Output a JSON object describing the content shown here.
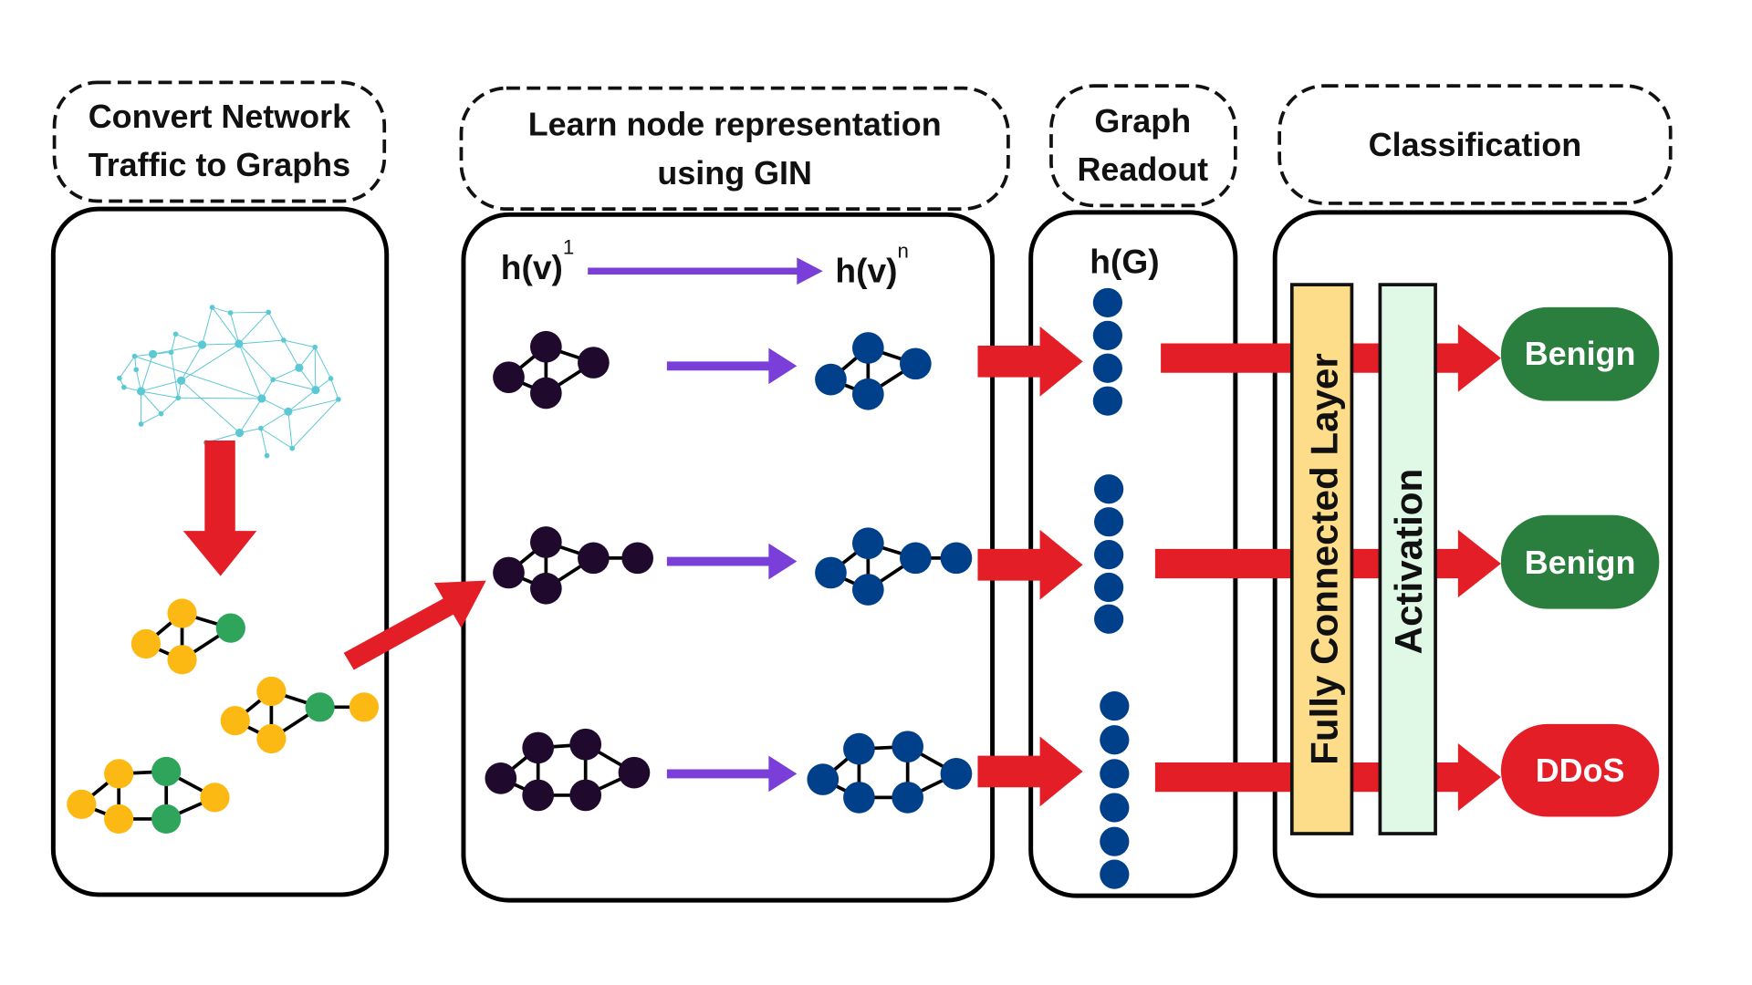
{
  "stages": [
    {
      "title_lines": [
        "Convert Network",
        "Traffic to Graphs"
      ]
    },
    {
      "title_lines": [
        "Learn node representation",
        "using GIN"
      ]
    },
    {
      "title_lines": [
        "Graph",
        "Readout"
      ]
    },
    {
      "title_lines": [
        "Classification"
      ]
    }
  ],
  "gin": {
    "first_layer": {
      "base": "h(v)",
      "sup": "1"
    },
    "last_layer": {
      "base": "h(v)",
      "sup": "n"
    }
  },
  "readout": {
    "label": "h(G)"
  },
  "classification": {
    "fc_layer": "Fully Connected Layer",
    "activation": "Activation",
    "outputs": [
      {
        "label": "Benign",
        "color": "#2A7F3E"
      },
      {
        "label": "Benign",
        "color": "#2A7F3E"
      },
      {
        "label": "DDoS",
        "color": "#E41E26"
      }
    ]
  },
  "colors": {
    "flow_arrow": "#E41E26",
    "layer_arrow": "#7B3FD9",
    "input_node": "#1F0A2E",
    "embedded_node": "#003F8A",
    "traffic_node": "#FDB913",
    "traffic_node_alt": "#2EA55A",
    "brain": "#5CC8D4",
    "fc_fill": "#FDDC8A",
    "activation_fill": "#E0F8E6"
  }
}
